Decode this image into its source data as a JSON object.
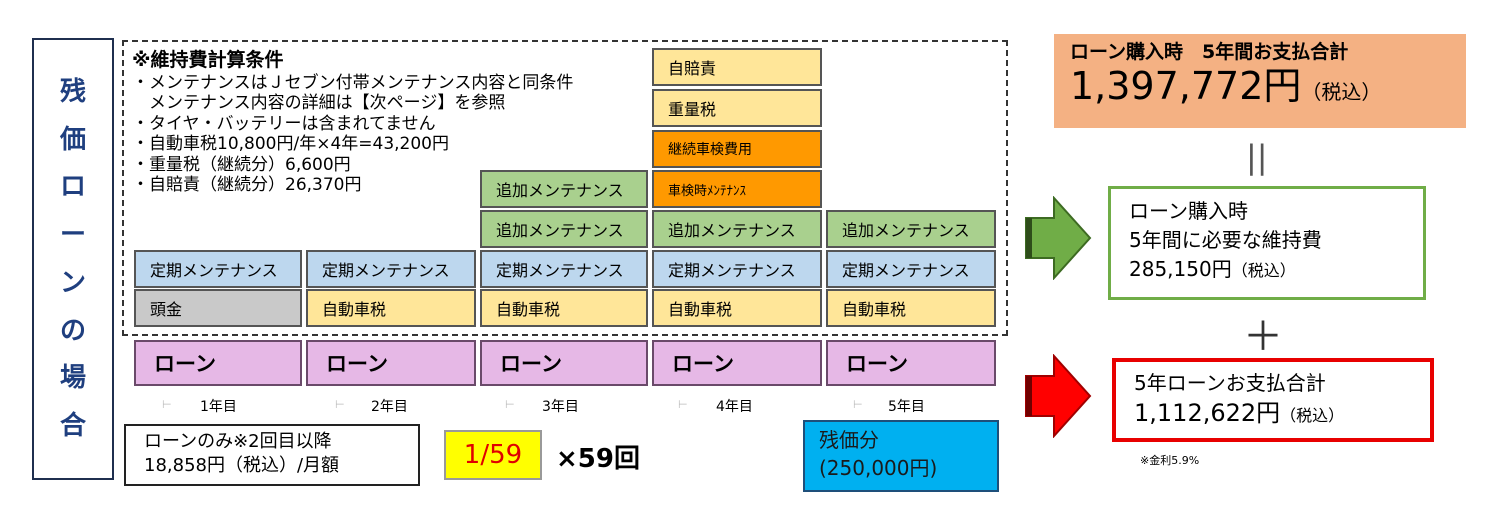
{
  "vertical_title": [
    "残",
    "価",
    "ロ",
    "ー",
    "ン",
    "の",
    "場",
    "合"
  ],
  "conditions": {
    "heading": "※維持費計算条件",
    "lines": [
      "・メンテナンスはＪセブン付帯メンテナンス内容と同条件",
      "　メンテナンス内容の詳細は【次ページ】を参照",
      "・タイヤ・バッテリーは含まれてません",
      "・自動車税10,800円/年×4年=43,200円",
      "・重量税（継続分）6,600円",
      "・自賠責（継続分）26,370円"
    ]
  },
  "stack": {
    "jibaiseki": "自賠責",
    "juryozei": "重量税",
    "keizoku_shaken": "継続車検費用",
    "shaken_maint": "車検時ﾒﾝﾃﾅﾝｽ",
    "tsuika": "追加メンテナンス",
    "teiki": "定期メンテナンス",
    "atamakin": "頭金",
    "jidoshazei": "自動車税"
  },
  "loan_label": "ローン",
  "years": [
    "1年目",
    "2年目",
    "3年目",
    "4年目",
    "5年目"
  ],
  "loan_only": {
    "line1": "ローンのみ※2回目以降",
    "line2": "18,858円（税込）/月額"
  },
  "fraction": "1/59",
  "times": "×59回",
  "residual": {
    "line1": "残価分",
    "line2": "(250,000円)"
  },
  "total": {
    "label": "ローン購入時　5年間お支払合計",
    "amount": "1,397,772円",
    "tax": "（税込）"
  },
  "equals": "||",
  "maintenance": {
    "line1": "ローン購入時",
    "line2": "5年間に必要な維持費",
    "amount": "285,150円",
    "tax": "（税込）"
  },
  "plus": "＋",
  "loan_payment": {
    "line1": "5年ローンお支払合計",
    "amount": "1,112,622円",
    "tax": "（税込）"
  },
  "rate_note": "※金利5.9%",
  "colors": {
    "green_arrow": "#70ad47",
    "red_arrow": "#ff0000",
    "total_bg": "#f4b183",
    "residual_bg": "#00b0f0",
    "loan_bg": "#e6b8e6"
  }
}
